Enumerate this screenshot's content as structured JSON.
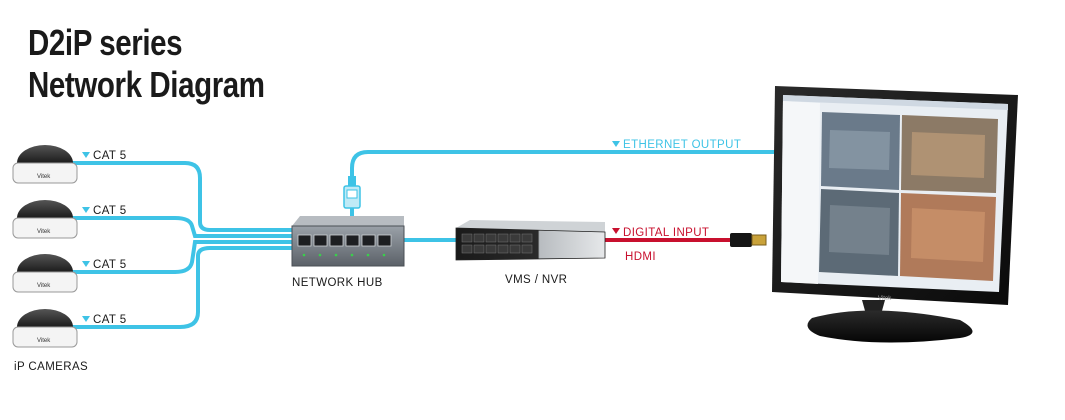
{
  "title": {
    "line1": "D2iP series",
    "line2": "Network Diagram"
  },
  "cameras": {
    "group_label": "iP CAMERAS",
    "cable_label": "CAT 5",
    "brand": "Vitek",
    "items": [
      {
        "id": 1
      },
      {
        "id": 2
      },
      {
        "id": 3
      },
      {
        "id": 4
      }
    ]
  },
  "hub": {
    "label": "NETWORK HUB"
  },
  "recorder": {
    "label": "VMS / NVR"
  },
  "links": {
    "ethernet_output": "ETHERNET OUTPUT",
    "digital_input": "DIGITAL INPUT",
    "hdmi": "HDMI"
  },
  "monitor": {
    "brand": "Vitek"
  },
  "colors": {
    "ethernet": "#3ec3e6",
    "hdmi": "#c8102e",
    "arrow_ethernet": "#3ec3e6",
    "arrow_hdmi": "#c8102e"
  }
}
